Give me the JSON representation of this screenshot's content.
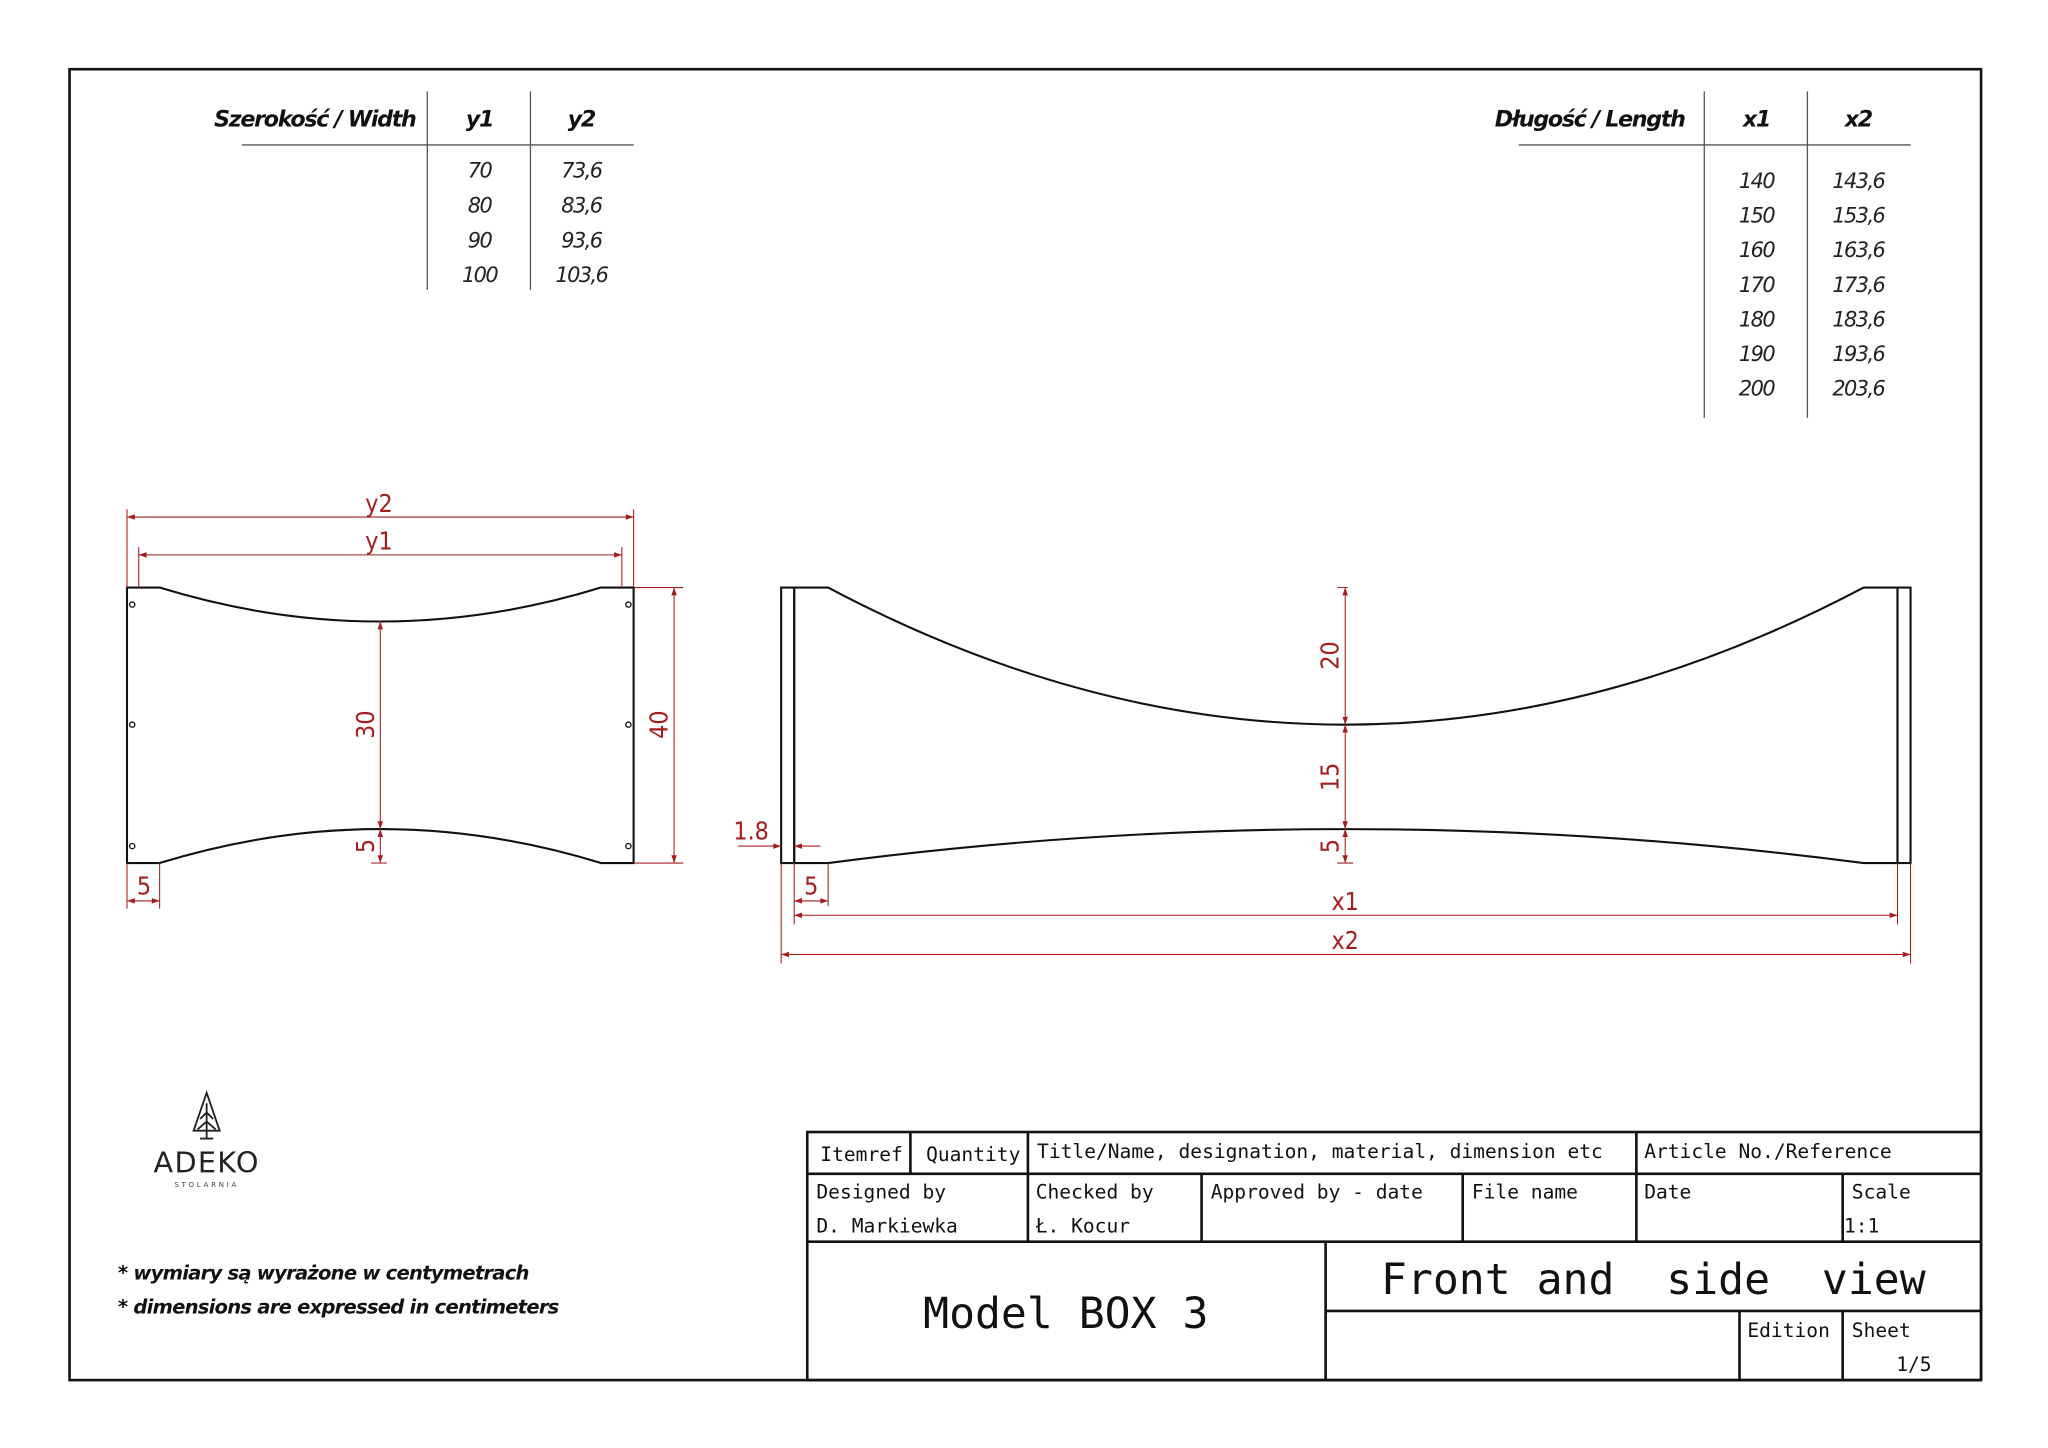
{
  "width_table": {
    "headers": [
      "Szerokość / Width",
      "y1",
      "y2"
    ],
    "rows": [
      [
        "70",
        "73,6"
      ],
      [
        "80",
        "83,6"
      ],
      [
        "90",
        "93,6"
      ],
      [
        "100",
        "103,6"
      ]
    ]
  },
  "length_table": {
    "headers": [
      "Długość / Length",
      "x1",
      "x2"
    ],
    "rows": [
      [
        "140",
        "143,6"
      ],
      [
        "150",
        "153,6"
      ],
      [
        "160",
        "163,6"
      ],
      [
        "170",
        "173,6"
      ],
      [
        "180",
        "183,6"
      ],
      [
        "190",
        "193,6"
      ],
      [
        "200",
        "203,6"
      ]
    ]
  },
  "side_view": {
    "dims": {
      "y2": "y2",
      "y1": "y1",
      "inner_height": "30",
      "bottom_height": "5",
      "total_height": "40",
      "edge": "5"
    }
  },
  "front_view": {
    "dims": {
      "top": "20",
      "middle": "15",
      "bottom": "5",
      "thickness": "1.8",
      "edge": "5",
      "x1": "x1",
      "x2": "x2"
    }
  },
  "logo": {
    "name": "ADEKO",
    "subtitle": "STOLARNIA"
  },
  "notes": [
    "* wymiary są wyrażone w centymetrach",
    "* dimensions are expressed in centimeters"
  ],
  "title_block": {
    "itemref": "Itemref",
    "quantity": "Quantity",
    "title_label": "Title/Name, designation, material, dimension etc",
    "article_label": "Article No./Reference",
    "designed_by_label": "Designed by",
    "designed_by": "D. Markiewka",
    "checked_by_label": "Checked by",
    "checked_by": "Ł. Kocur",
    "approved_label": "Approved by - date",
    "file_name_label": "File name",
    "date_label": "Date",
    "scale_label": "Scale",
    "scale": "1:1",
    "model": "Model BOX 3",
    "view_title": "Front and  side  view",
    "edition_label": "Edition",
    "sheet_label": "Sheet",
    "sheet": "1/5"
  },
  "colors": {
    "dimension": "#a41e1e",
    "line": "#111111"
  }
}
